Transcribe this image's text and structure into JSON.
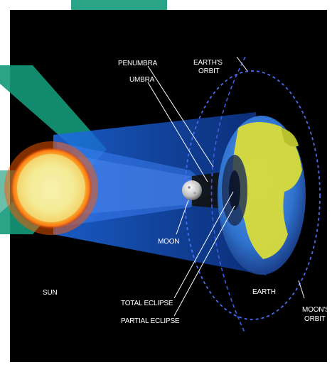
{
  "labels": {
    "penumbra": "PENUMBRA",
    "umbra": "UMBRA",
    "earths_orbit_line1": "EARTH'S",
    "earths_orbit_line2": "ORBIT",
    "moon": "MOON",
    "sun": "SUN",
    "total_eclipse": "TOTAL ECLIPSE",
    "partial_eclipse": "PARTIAL ECLIPSE",
    "earth": "EARTH",
    "moons_orbit_line1": "MOON'S",
    "moons_orbit_line2": "ORBIT"
  },
  "colors": {
    "space": "#000000",
    "watermark": "#149a7a",
    "sun_core": "#f6f2b0",
    "sun_glow": "#ff8a1a",
    "light_cone": "#1a5fd6",
    "ocean": "#2f73cf",
    "land": "#d9dc3a",
    "orbit": "#3c5ee8",
    "label": "#ffffff"
  },
  "icons": {
    "sun": "sun-icon",
    "moon": "moon-icon",
    "earth": "earth-icon"
  }
}
